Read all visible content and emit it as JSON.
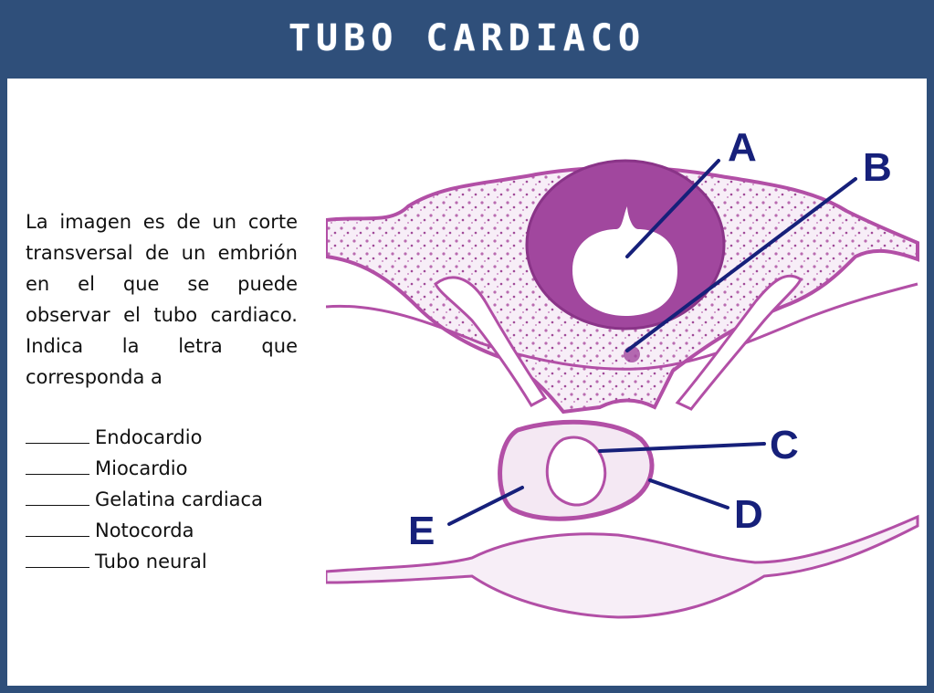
{
  "title": "TUBO CARDIACO",
  "instructions": "La imagen es de un corte transversal de un embrión en el que se puede observar el tubo cardiaco. Indica la letra que corresponda a",
  "items": [
    {
      "blank": "_____",
      "label": "Endocardio"
    },
    {
      "blank": "_____",
      "label": "Miocardio"
    },
    {
      "blank": "_____",
      "label": "Gelatina cardiaca"
    },
    {
      "blank": "_____",
      "label": "Notocorda"
    },
    {
      "blank": "_____",
      "label": "Tubo neural"
    }
  ],
  "figure_labels": {
    "a": "A",
    "b": "B",
    "c": "C",
    "d": "D",
    "e": "E"
  },
  "colors": {
    "header": "#2f4f7a",
    "tissue": "#b24fa6",
    "pointer": "#16207a"
  }
}
